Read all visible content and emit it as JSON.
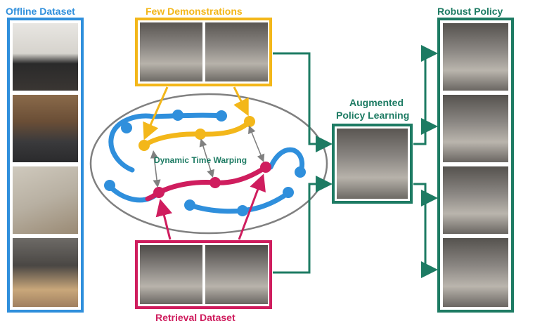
{
  "titles": {
    "offline_dataset": "Offline Dataset",
    "few_demonstrations": "Few Demonstrations",
    "augmented_policy_learning_line1": "Augmented",
    "augmented_policy_learning_line2": "Policy Learning",
    "robust_policy": "Robust Policy",
    "retrieval_dataset": "Retrieval Dataset",
    "dynamic_time_warping": "Dynamic Time Warping"
  },
  "colors": {
    "offline": "#2f8fdc",
    "few_demos": "#f3b71a",
    "retrieval": "#cf1d5e",
    "policy": "#1d7b63",
    "traj_blue": "#2f8fdc",
    "ellipse": "#808080"
  }
}
